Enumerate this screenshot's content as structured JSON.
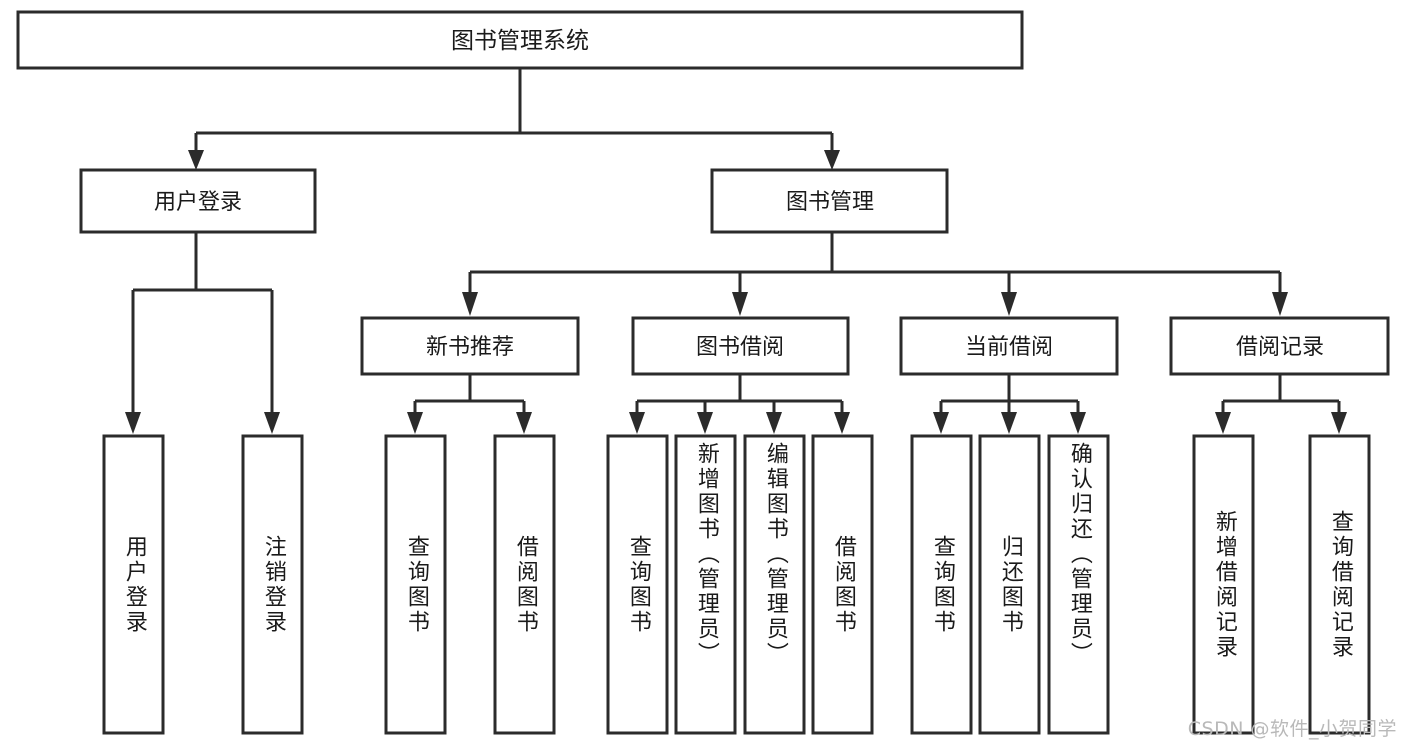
{
  "diagram": {
    "type": "tree-hierarchy-chart",
    "title": "图书管理系统",
    "watermark": "CSDN @软件_小贺同学",
    "colors": {
      "stroke": "#2b2b2b",
      "fill": "#ffffff",
      "text": "#1a1a1a",
      "watermark": "#b9b9b9",
      "background": "#ffffff"
    },
    "root": {
      "label": "图书管理系统"
    },
    "level2": [
      {
        "id": "user-login",
        "label": "用户登录"
      },
      {
        "id": "book-management",
        "label": "图书管理"
      }
    ],
    "level3": [
      {
        "id": "new-book-recommend",
        "label": "新书推荐",
        "parent": "book-management"
      },
      {
        "id": "book-borrow",
        "label": "图书借阅",
        "parent": "book-management"
      },
      {
        "id": "current-borrow",
        "label": "当前借阅",
        "parent": "book-management"
      },
      {
        "id": "borrow-record",
        "label": "借阅记录",
        "parent": "book-management"
      }
    ],
    "leaves": [
      {
        "id": "leaf-user-login",
        "label": "用户登录",
        "parent": "user-login",
        "align": "center"
      },
      {
        "id": "leaf-logout-login",
        "label": "注销登录",
        "parent": "user-login",
        "align": "center"
      },
      {
        "id": "leaf-query-book-1",
        "label": "查询图书",
        "parent": "new-book-recommend",
        "align": "center"
      },
      {
        "id": "leaf-borrow-book-1",
        "label": "借阅图书",
        "parent": "new-book-recommend",
        "align": "center"
      },
      {
        "id": "leaf-query-book-2",
        "label": "查询图书",
        "parent": "book-borrow",
        "align": "center"
      },
      {
        "id": "leaf-add-book",
        "label": "新增图书（管理员）",
        "parent": "book-borrow",
        "align": "top"
      },
      {
        "id": "leaf-edit-book",
        "label": "编辑图书（管理员）",
        "parent": "book-borrow",
        "align": "top"
      },
      {
        "id": "leaf-borrow-book-2",
        "label": "借阅图书",
        "parent": "book-borrow",
        "align": "center"
      },
      {
        "id": "leaf-query-book-3",
        "label": "查询图书",
        "parent": "current-borrow",
        "align": "center"
      },
      {
        "id": "leaf-return-book",
        "label": "归还图书",
        "parent": "current-borrow",
        "align": "center"
      },
      {
        "id": "leaf-confirm-return",
        "label": "确认归还（管理员）",
        "parent": "current-borrow",
        "align": "top"
      },
      {
        "id": "leaf-add-record",
        "label": "新增借阅记录",
        "parent": "borrow-record",
        "align": "center"
      },
      {
        "id": "leaf-query-record",
        "label": "查询借阅记录",
        "parent": "borrow-record",
        "align": "center"
      }
    ]
  }
}
